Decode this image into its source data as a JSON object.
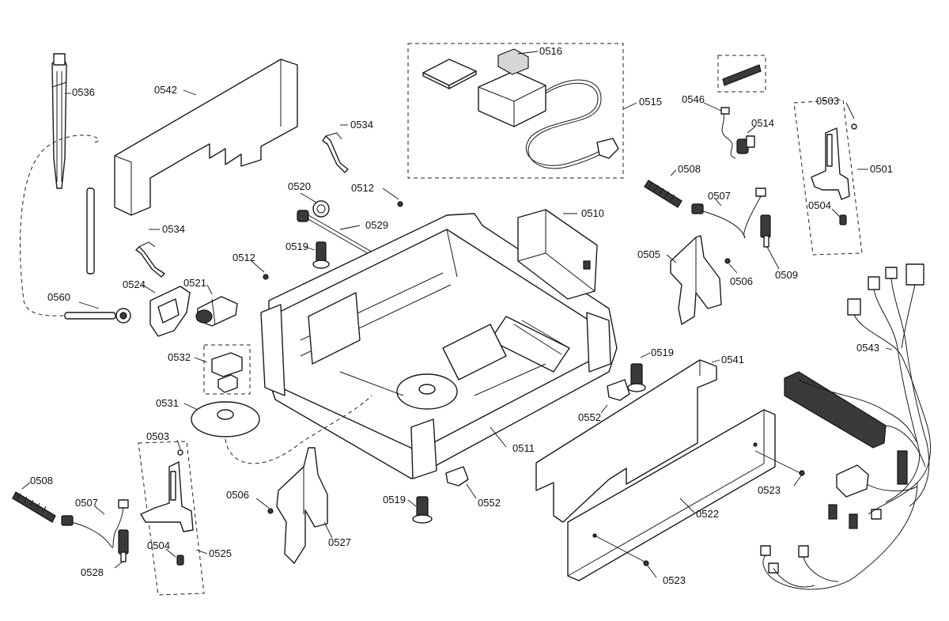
{
  "labels": {
    "p0536": "0536",
    "p0542": "0542",
    "p0534a": "0534",
    "p0534b": "0534",
    "p0516": "0516",
    "p0515": "0515",
    "p0546": "0546",
    "p0503a": "0503",
    "p0514": "0514",
    "p0501": "0501",
    "p0520": "0520",
    "p0512a": "0512",
    "p0529": "0529",
    "p0510": "0510",
    "p0508a": "0508",
    "p0507a": "0507",
    "p0504a": "0504",
    "p0519a": "0519",
    "p0512b": "0512",
    "p0505": "0505",
    "p0506a": "0506",
    "p0509": "0509",
    "p0524": "0524",
    "p0521": "0521",
    "p0560": "0560",
    "p0532": "0532",
    "p0519b": "0519",
    "p0541": "0541",
    "p0543": "0543",
    "p0531": "0531",
    "p0552a": "0552",
    "p0503b": "0503",
    "p0511": "0511",
    "p0508b": "0508",
    "p0506b": "0506",
    "p0519c": "0519",
    "p0552b": "0552",
    "p0523a": "0523",
    "p0507b": "0507",
    "p0527": "0527",
    "p0522": "0522",
    "p0525": "0525",
    "p0504b": "0504",
    "p0528": "0528",
    "p0523b": "0523"
  }
}
